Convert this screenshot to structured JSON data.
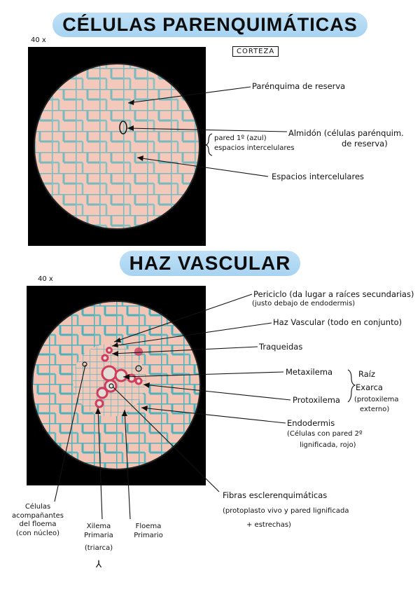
{
  "section1": {
    "title": "CÉLULAS PARENQUIMÁTICAS",
    "magnification": "40 x",
    "tag": "CORTEZA",
    "labels": {
      "parenquima": "Parénquima de reserva",
      "almidon_l1": "Almidón (células parénquim.",
      "almidon_l2": "de reserva)",
      "brace_l1": "pared 1º (azul)",
      "brace_l2": "espacios intercelulares",
      "espacios": "Espacios intercelulares"
    }
  },
  "section2": {
    "title": "HAZ VASCULAR",
    "magnification": "40 x",
    "labels": {
      "periciclo_l1": "Periciclo (da lugar a raíces secundarias)",
      "periciclo_l2": "(justo debajo de endodermis)",
      "haz": "Haz Vascular (todo en conjunto)",
      "traqueidas": "Traqueidas",
      "metaxilema": "Metaxilema",
      "protoxilema": "Protoxilema",
      "raiz_l1": "Raíz",
      "raiz_l2": "Exarca",
      "raiz_l3": "(protoxilema",
      "raiz_l4": "externo)",
      "endodermis_l1": "Endodermis",
      "endodermis_l2": "(Células con pared 2º",
      "endodermis_l3": "lignificada, rojo)",
      "fibras_l1": "Fibras esclerenquimáticas",
      "fibras_l2": "(protoplasto vivo y pared lignificada",
      "fibras_l3": "+ estrechas)",
      "celulas_l1": "Células",
      "celulas_l2": "acompañantes",
      "celulas_l3": "del floema",
      "celulas_l4": "(con núcleo)",
      "xilema_l1": "Xilema",
      "xilema_l2": "Primaria",
      "xilema_l3": "(triarca)",
      "xilema_l4": "⅄",
      "floema_l1": "Floema",
      "floema_l2": "Primario"
    }
  },
  "colors": {
    "title_bg": "#a7d3f1",
    "cell_fill": "#f3c5b6",
    "cell_wall": "#4fb2bb",
    "xylem_red": "#d23c5c",
    "photo_bg": "#000000"
  }
}
